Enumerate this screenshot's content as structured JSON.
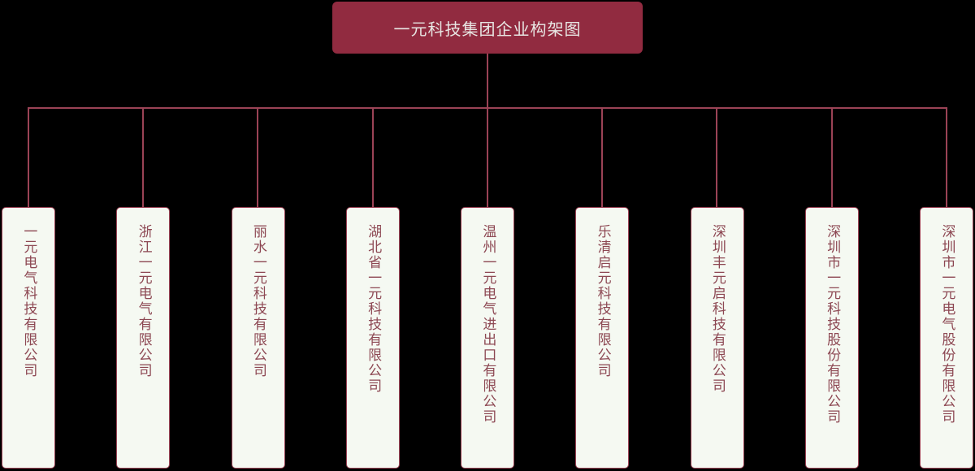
{
  "page": {
    "background_color": "#000000"
  },
  "org_chart": {
    "title": "一元科技集团企业构架图",
    "colors": {
      "root_fill": "#912B40",
      "root_text": "#E8E6E3",
      "connector_line": "#9B4356",
      "node_fill": "#F5F9F2",
      "node_border": "#9C4456",
      "node_text": "#8D4853"
    },
    "children": [
      {
        "name": "一元电气科技有限公司"
      },
      {
        "name": "浙江一元电气有限公司"
      },
      {
        "name": "丽水一元科技有限公司"
      },
      {
        "name": "湖北省一元科技有限公司"
      },
      {
        "name": "温州一元电气进出口有限公司"
      },
      {
        "name": "乐清启元科技有限公司"
      },
      {
        "name": "深圳丰元启科技有限公司"
      },
      {
        "name": "深圳市一元科技股份有限公司"
      },
      {
        "name": "深圳市一元电气股份有限公司"
      }
    ]
  }
}
